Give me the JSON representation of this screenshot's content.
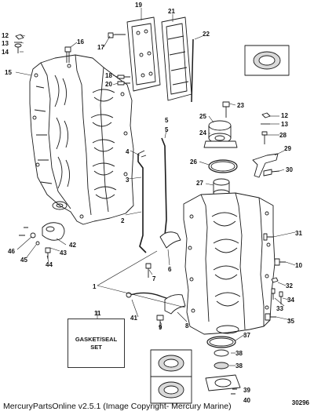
{
  "callouts": [
    {
      "id": "1",
      "name": "callout-1"
    },
    {
      "id": "2",
      "name": "callout-2"
    },
    {
      "id": "3",
      "name": "callout-3"
    },
    {
      "id": "4",
      "name": "callout-4"
    },
    {
      "id": "5",
      "name": "callout-5"
    },
    {
      "id": "6",
      "name": "callout-6"
    },
    {
      "id": "7",
      "name": "callout-7"
    },
    {
      "id": "8",
      "name": "callout-8"
    },
    {
      "id": "9",
      "name": "callout-9"
    },
    {
      "id": "10",
      "name": "callout-10"
    },
    {
      "id": "11",
      "name": "callout-11"
    },
    {
      "id": "12",
      "name": "callout-12"
    },
    {
      "id": "13",
      "name": "callout-13"
    },
    {
      "id": "14",
      "name": "callout-14"
    },
    {
      "id": "15",
      "name": "callout-15"
    },
    {
      "id": "16",
      "name": "callout-16"
    },
    {
      "id": "17",
      "name": "callout-17"
    },
    {
      "id": "18",
      "name": "callout-18"
    },
    {
      "id": "19",
      "name": "callout-19"
    },
    {
      "id": "20",
      "name": "callout-20"
    },
    {
      "id": "21",
      "name": "callout-21"
    },
    {
      "id": "22",
      "name": "callout-22"
    },
    {
      "id": "23",
      "name": "callout-23"
    },
    {
      "id": "24",
      "name": "callout-24"
    },
    {
      "id": "25",
      "name": "callout-25"
    },
    {
      "id": "26",
      "name": "callout-26"
    },
    {
      "id": "27",
      "name": "callout-27"
    },
    {
      "id": "28",
      "name": "callout-28"
    },
    {
      "id": "29",
      "name": "callout-29"
    },
    {
      "id": "30",
      "name": "callout-30"
    },
    {
      "id": "31",
      "name": "callout-31"
    },
    {
      "id": "32",
      "name": "callout-32"
    },
    {
      "id": "33",
      "name": "callout-33"
    },
    {
      "id": "34",
      "name": "callout-34"
    },
    {
      "id": "35",
      "name": "callout-35"
    },
    {
      "id": "37",
      "name": "callout-37"
    },
    {
      "id": "38",
      "name": "callout-38"
    },
    {
      "id": "39",
      "name": "callout-39"
    },
    {
      "id": "40",
      "name": "callout-40"
    },
    {
      "id": "41",
      "name": "callout-41"
    },
    {
      "id": "42",
      "name": "callout-42"
    },
    {
      "id": "43",
      "name": "callout-43"
    },
    {
      "id": "44",
      "name": "callout-44"
    },
    {
      "id": "45",
      "name": "callout-45"
    },
    {
      "id": "46",
      "name": "callout-46"
    }
  ],
  "duplicate_callouts": {
    "label_12_right": "12",
    "label_13_right": "13",
    "label_5_second": "5",
    "label_38_second": "38"
  },
  "gasket_box": {
    "text": "GASKET/SEAL\nSET"
  },
  "figure_number": "30296",
  "footer_caption": "MercuryPartsOnline v2.5.1 (Image Copyright- Mercury Marine)",
  "colors": {
    "line": "#1a1a1a",
    "fill": "#ffffff",
    "shade": "#d9d9d9"
  }
}
